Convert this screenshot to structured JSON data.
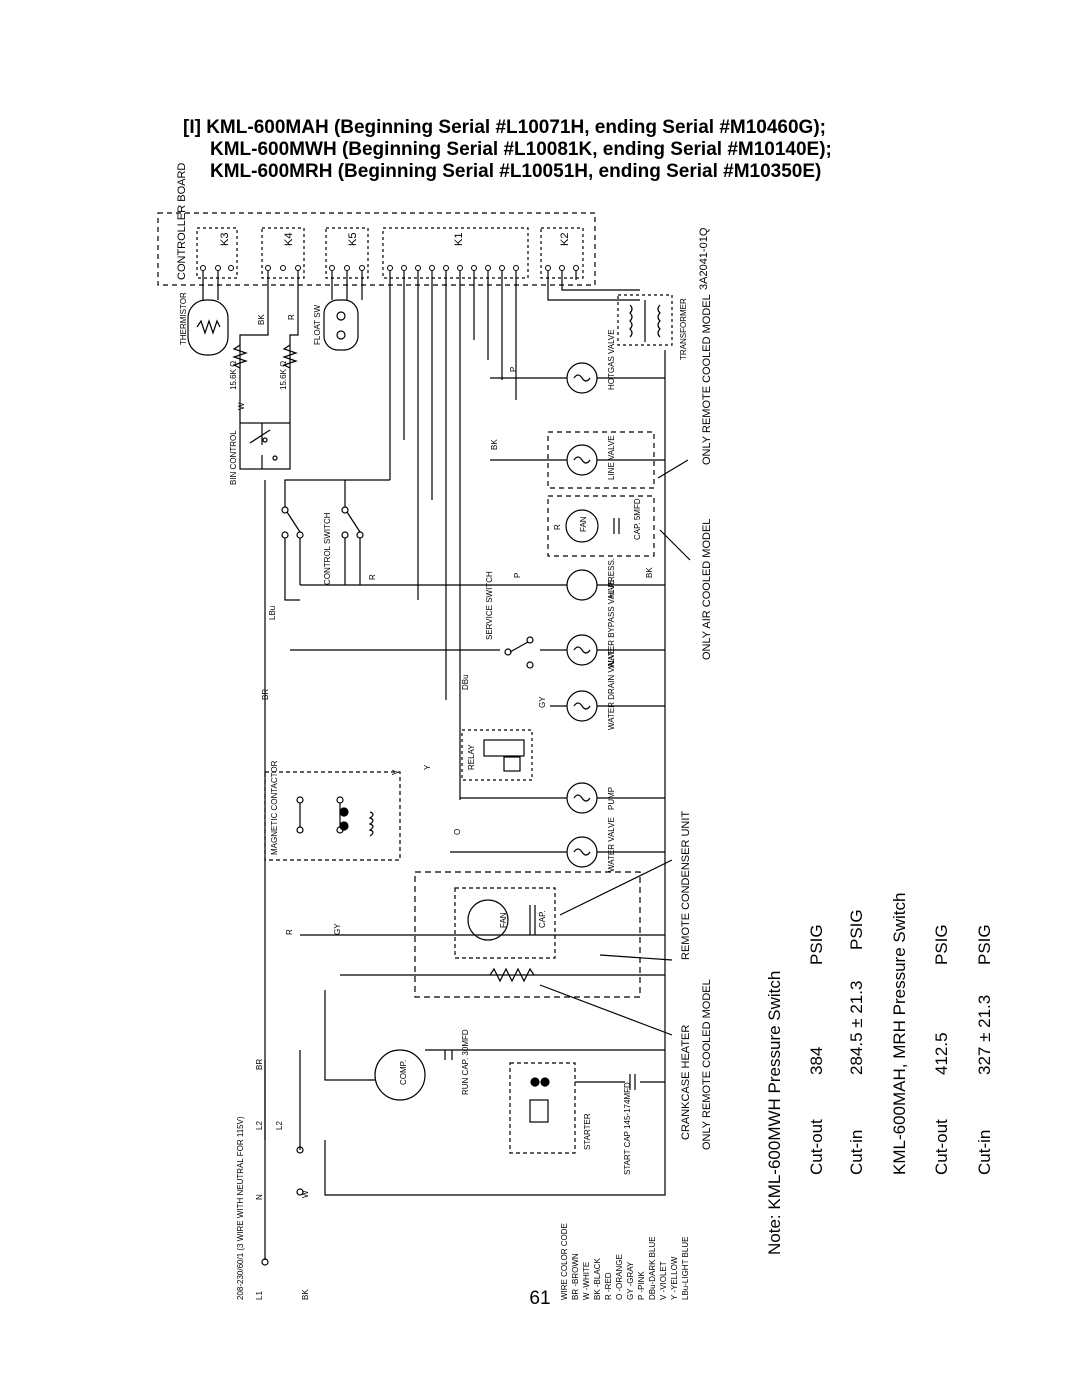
{
  "title": {
    "line1": "[I] KML-600MAH (Beginning Serial #L10071H, ending Serial #M10460G);",
    "line2": "KML-600MWH (Beginning Serial #L10081K, ending Serial #M10140E);",
    "line3": "KML-600MRH (Beginning Serial #L10051H, ending Serial #M10350E)"
  },
  "drawing_number": "3A2041-01Q",
  "labels": {
    "controller_board": "CONTROLLER BOARD",
    "thermistor": "THERMISTOR",
    "float_sw": "FLOAT SW",
    "bin_control": "BIN CONTROL",
    "control_switch": "CONTROL SWITCH",
    "service_switch": "SERVICE SWITCH",
    "relay": "RELAY",
    "magnetic_contactor": "MAGNETIC CONTACTOR",
    "transformer": "TRANSFORMER",
    "hotgas_valve": "HOTGAS VALVE",
    "line_valve": "LINE VALVE",
    "fan": "FAN",
    "cap_5mfd": "CAP. 5MFD",
    "hi_press": "HI-PRESS.",
    "water_bypass_valve": "WATER BYPASS VALVE",
    "water_drain_valve": "WATER DRAIN VALVE",
    "pump": "PUMP",
    "water_valve": "WATER VALVE",
    "comp": "COMP.",
    "run_cap": "RUN CAP. 30MFD",
    "starter": "STARTER",
    "start_cap": "START CAP 145-174MFD",
    "cap": "CAP.",
    "res1": "15.6K Ω",
    "res2": "15.6K Ω",
    "power_supply": "208-230/60/1 (3 WIRE WITH NEUTRAL FOR 115V)",
    "only_remote_cooled_model_top": "ONLY REMOTE COOLED MODEL",
    "only_air_cooled_model": "ONLY AIR COOLED MODEL",
    "remote_condenser_unit": "REMOTE CONDENSER UNIT",
    "only_remote_cooled_model_bottom": "ONLY REMOTE COOLED MODEL",
    "crankcase_heater": "CRANKCASE HEATER"
  },
  "connectors": [
    "K3",
    "K4",
    "K5",
    "K1",
    "K2"
  ],
  "terminals": [
    "L1",
    "N",
    "L2"
  ],
  "wire_color_code": {
    "heading": "WIRE COLOR CODE",
    "entries": [
      "BR -BROWN",
      "W -WHITE",
      "BK -BLACK",
      "R -RED",
      "O -ORANGE",
      "GY -GRAY",
      "P -PINK",
      "DBu-DARK BLUE",
      "V -VIOLET",
      "Y -YELLOW",
      "LBu-LIGHT BLUE"
    ]
  },
  "wire_tags": [
    "BK",
    "R",
    "W",
    "P",
    "BK",
    "R",
    "P",
    "BK",
    "LBu",
    "DBu",
    "GY",
    "R",
    "BR",
    "Y",
    "O",
    "V",
    "R",
    "GY",
    "BR",
    "BK",
    "W",
    "L2"
  ],
  "note": {
    "heading": "Note: KML-600MWH Pressure Switch",
    "rows1": [
      {
        "label": "Cut-out",
        "value": "384",
        "unit": "PSIG"
      },
      {
        "label": "Cut-in",
        "value": "284.5 ± 21.3",
        "unit": "PSIG"
      }
    ],
    "subheading": "KML-600MAH, MRH Pressure Switch",
    "rows2": [
      {
        "label": "Cut-out",
        "value": "412.5",
        "unit": "PSIG"
      },
      {
        "label": "Cut-in",
        "value": "327 ± 21.3",
        "unit": "PSIG"
      }
    ]
  },
  "page_number": "61"
}
